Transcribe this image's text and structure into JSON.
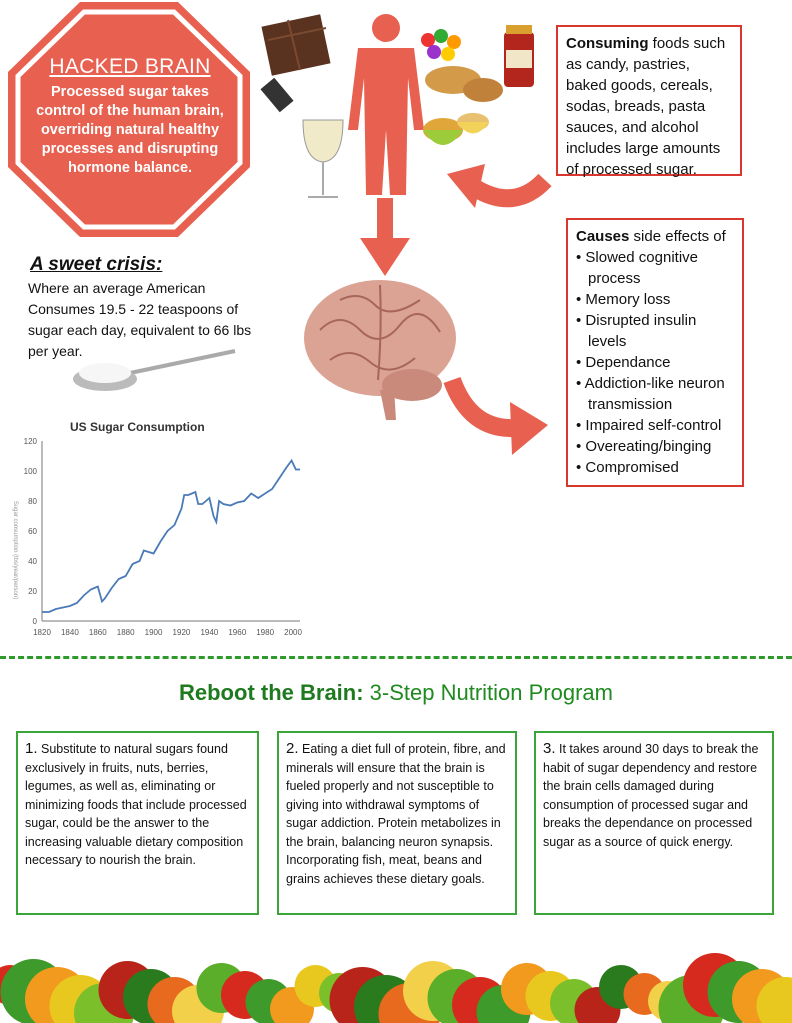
{
  "stop_sign": {
    "title": "HACKED BRAIN",
    "body": "Processed sugar takes control of the human brain, overriding natural healthy processes and disrupting hormone balance."
  },
  "consuming": {
    "bold": "Consuming",
    "text": " foods such as candy, pastries, baked goods, cereals, sodas, breads, pasta sauces, and alcohol includes large amounts of processed sugar."
  },
  "causes": {
    "bold": "Causes",
    "text": " side effects of",
    "items": [
      "Slowed cognitive process",
      "Memory loss",
      "Disrupted insulin levels",
      "Dependance",
      "Addiction-like neuron transmission",
      "Impaired self-control",
      "Overeating/binging",
      "Compromised"
    ]
  },
  "sweet": {
    "title": "A sweet crisis:",
    "body": "Where an average American Consumes 19.5 - 22 teaspoons of sugar each day, equivalent to 66 lbs per year."
  },
  "colors": {
    "red": "#e8604f",
    "red_border": "#d9362f",
    "green": "#2e9a2e",
    "line": "#4a7ab8"
  },
  "chart_data": {
    "type": "line",
    "title": "US Sugar Consumption",
    "xlabel": "",
    "ylabel": "Sugar consumption (lbs/year/person)",
    "xlim": [
      1820,
      2005
    ],
    "ylim": [
      0,
      120
    ],
    "xticks": [
      1820,
      1840,
      1860,
      1880,
      1900,
      1920,
      1940,
      1960,
      1980,
      2000
    ],
    "yticks": [
      0,
      20,
      40,
      60,
      80,
      100,
      120
    ],
    "x": [
      1820,
      1825,
      1830,
      1835,
      1840,
      1845,
      1850,
      1855,
      1860,
      1863,
      1865,
      1870,
      1875,
      1880,
      1885,
      1890,
      1893,
      1900,
      1905,
      1910,
      1915,
      1920,
      1922,
      1925,
      1930,
      1932,
      1935,
      1940,
      1943,
      1945,
      1947,
      1950,
      1955,
      1960,
      1965,
      1970,
      1975,
      1980,
      1985,
      1990,
      1995,
      1999,
      2002,
      2005
    ],
    "series": [
      {
        "name": "US Sugar Consumption",
        "values": [
          6,
          6,
          8,
          9,
          10,
          12,
          17,
          21,
          23,
          13,
          15,
          22,
          28,
          30,
          38,
          40,
          47,
          45,
          53,
          60,
          64,
          75,
          84,
          84,
          86,
          78,
          78,
          82,
          70,
          66,
          80,
          78,
          77,
          79,
          80,
          85,
          82,
          85,
          88,
          95,
          102,
          107,
          101,
          101
        ]
      }
    ]
  },
  "program": {
    "title_bold": "Reboot the Brain:",
    "title_rest": " 3-Step Nutrition Program",
    "steps": [
      {
        "num": "1.",
        "text": " Substitute to natural sugars found exclusively in fruits, nuts, berries, legumes, as well as, eliminating or minimizing foods that include processed sugar, could be the answer to the increasing valuable dietary composition necessary to nourish the brain."
      },
      {
        "num": "2.",
        "text": " Eating a diet full of protein, fibre, and minerals will ensure that the brain is fueled properly and not susceptible to giving into withdrawal symptoms of sugar addiction. Protein metabolizes in the brain, balancing neuron synapsis. Incorporating fish, meat, beans and grains achieves these dietary goals."
      },
      {
        "num": "3.",
        "text": " It takes around 30 days to break the habit of sugar dependency and restore the brain cells damaged during consumption of processed sugar and breaks the dependance on processed sugar as a source of quick energy."
      }
    ]
  }
}
